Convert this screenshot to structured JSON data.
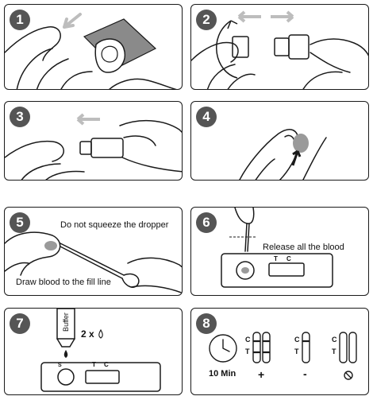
{
  "steps": [
    {
      "number": "1"
    },
    {
      "number": "2"
    },
    {
      "number": "3"
    },
    {
      "number": "4"
    },
    {
      "number": "5",
      "text_top": "Do not squeeze the dropper",
      "text_bottom": "Draw blood to the fill line"
    },
    {
      "number": "6",
      "text": "Release all the blood",
      "cassette_c": "C",
      "cassette_t": "T"
    },
    {
      "number": "7",
      "buffer_label": "Buffer",
      "drops_label": "2 x",
      "cassette_c": "C",
      "cassette_t": "T",
      "well_label": "S"
    },
    {
      "number": "8",
      "time_label": "10 Min",
      "c_label": "C",
      "t_label": "T",
      "positive_symbol": "+",
      "negative_symbol": "-"
    }
  ],
  "colors": {
    "line": "#1a1a1a",
    "arrow": "#bdbdbd",
    "badge": "#555555",
    "card": "#8a8a8a"
  }
}
